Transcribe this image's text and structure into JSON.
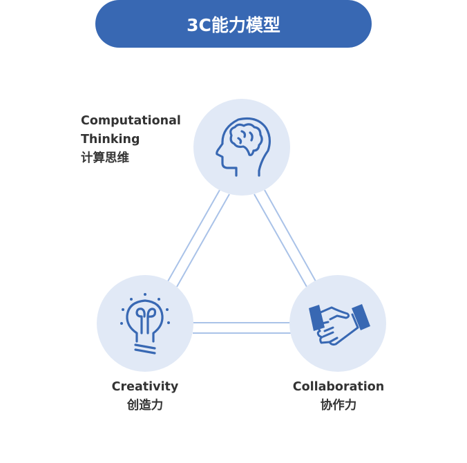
{
  "title": "3C能力模型",
  "colors": {
    "accent": "#3868b3",
    "circle": "#e1e9f6",
    "line": "#a9c2e8",
    "text": "#333333"
  },
  "nodes": [
    {
      "id": "computational-thinking",
      "en_line1": "Computational",
      "en_line2": "Thinking",
      "zh": "计算思维",
      "icon": "brain-head-icon"
    },
    {
      "id": "creativity",
      "en": "Creativity",
      "zh": "创造力",
      "icon": "lightbulb-icon"
    },
    {
      "id": "collaboration",
      "en": "Collaboration",
      "zh": "协作力",
      "icon": "handshake-icon"
    }
  ]
}
